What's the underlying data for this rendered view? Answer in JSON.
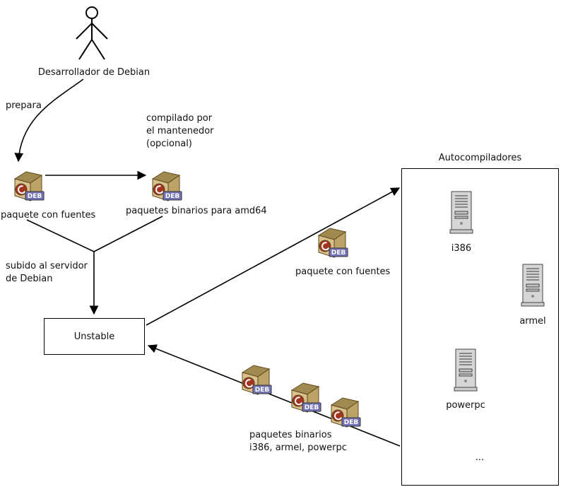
{
  "actor": {
    "label": "Desarrollador de Debian"
  },
  "edges": {
    "prepare": {
      "label": "prepara"
    },
    "maintainer_build": {
      "label": "compilado por\nel mantenedor\n(opcional)"
    },
    "upload": {
      "label": "subido al servidor\nde Debian"
    },
    "source_upload": {
      "label": "paquete con fuentes"
    },
    "binaries_return": {
      "label": "paquetes binarios\ni386, armel, powerpc"
    }
  },
  "packages": {
    "source": {
      "label": "paquete con fuentes"
    },
    "binary_amd64": {
      "label": "paquetes binarios para amd64"
    },
    "badge": "DEB"
  },
  "nodes": {
    "unstable": {
      "label": "Unstable"
    },
    "autobuilders": {
      "label": "Autocompiladores",
      "machines": [
        {
          "name": "i386"
        },
        {
          "name": "armel"
        },
        {
          "name": "powerpc"
        }
      ],
      "ellipsis": "..."
    }
  },
  "colors": {
    "line": "#000000",
    "pkg_top": "#a08a4f",
    "pkg_front": "#d9c08c",
    "pkg_side": "#bda368",
    "swirl_circle": "#a23420",
    "deb_badge_bg": "#7272b4",
    "deb_badge_text": "#ffffff",
    "tower_body": "#d6d6d6",
    "tower_slot": "#c2c2c2",
    "tower_base": "#cccccc"
  }
}
